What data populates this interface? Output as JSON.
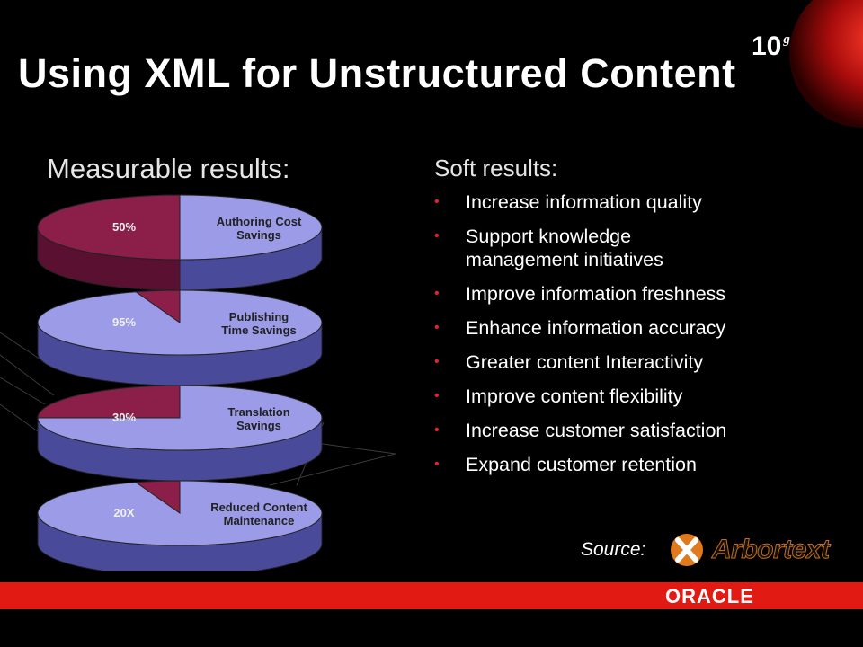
{
  "slide": {
    "title": "Using XML for Unstructured Content",
    "badge_number": "10",
    "badge_sup": "g",
    "left_heading": "Measurable results:",
    "right_heading": "Soft results:",
    "bullets": [
      "Increase information quality",
      "Support knowledge management initiatives",
      "Improve information freshness",
      "Enhance information accuracy",
      "Greater content Interactivity",
      "Improve content flexibility",
      "Increase customer satisfaction",
      "Expand customer retention"
    ],
    "source_label": "Source:",
    "source_logo_text": "Arbortext",
    "footer_logo": "ORACLE",
    "colors": {
      "accent_red": "#e11a14",
      "pie_face": "#9b9be8",
      "pie_side": "#4a4a9a",
      "slice_face": "#8b1f4a",
      "slice_side": "#5a1030"
    }
  },
  "pies": [
    {
      "value_label": "50%",
      "label_line1": "Authoring  Cost",
      "label_line2": "Savings",
      "fraction": 0.5
    },
    {
      "value_label": "95%",
      "label_line1": "Publishing",
      "label_line2": "Time Savings",
      "fraction": 0.05
    },
    {
      "value_label": "30%",
      "label_line1": "Translation",
      "label_line2": "Savings",
      "fraction": 0.25
    },
    {
      "value_label": "20X",
      "label_line1": "Reduced  Content",
      "label_line2": "Maintenance",
      "fraction": 0.05
    }
  ]
}
